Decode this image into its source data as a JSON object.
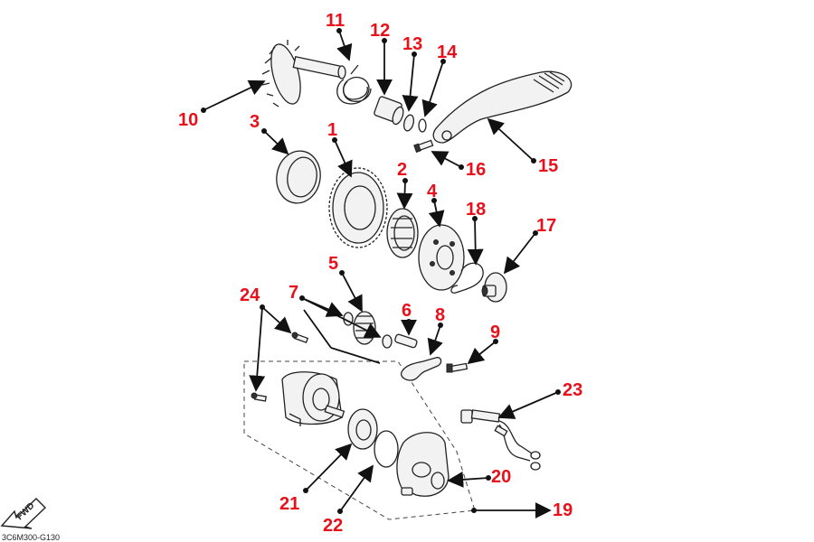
{
  "diagram": {
    "callouts": [
      "1",
      "2",
      "3",
      "4",
      "5",
      "6",
      "7",
      "8",
      "9",
      "10",
      "11",
      "12",
      "13",
      "14",
      "15",
      "16",
      "17",
      "18",
      "19",
      "20",
      "21",
      "22",
      "23",
      "24"
    ],
    "fwd_label": "FWD",
    "ref_code": "3C6M300-G130",
    "colors": {
      "callout": "#e8101a",
      "line": "#111111"
    }
  }
}
